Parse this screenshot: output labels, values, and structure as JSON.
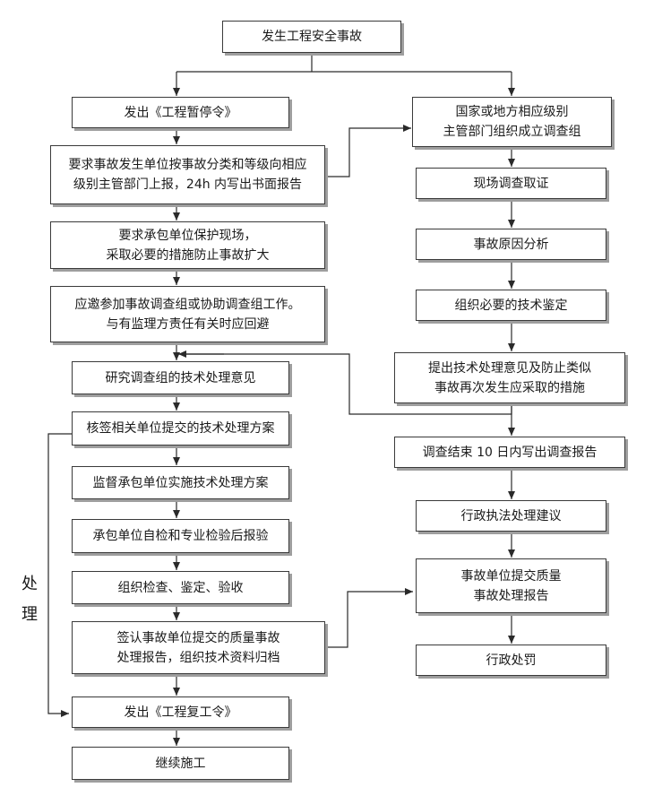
{
  "flowchart": {
    "start": "发生工程安全事故",
    "left": {
      "suspend_order": "发出《工程暂停令》",
      "report_line1": "要求事故发生单位按事故分类和等级向相应",
      "report_line2": "级别主管部门上报，24h 内写出书面报告",
      "protect_line1": "要求承包单位保护现场，",
      "protect_line2": "采取必要的措施防止事故扩大",
      "join_line1": "应邀参加事故调查组或协助调查组工作。",
      "join_line2": "与有监理方责任有关时应回避",
      "study": "研究调查组的技术处理意见",
      "sign_plan": "核签相关单位提交的技术处理方案",
      "supervise": "监督承包单位实施技术处理方案",
      "self_check": "承包单位自检和专业检验后报验",
      "inspect": "组织检查、鉴定、验收",
      "confirm_line1": "签认事故单位提交的质量事故",
      "confirm_line2": "处理报告，组织技术资料归档",
      "resume_order": "发出《工程复工令》",
      "continue": "继续施工"
    },
    "right": {
      "committee_line1": "国家或地方相应级别",
      "committee_line2": "主管部门组织成立调查组",
      "evidence": "现场调查取证",
      "cause": "事故原因分析",
      "appraisal": "组织必要的技术鉴定",
      "measures_line1": "提出技术处理意见及防止类似",
      "measures_line2": "事故再次发生应采取的措施",
      "report10": "调查结束 10 日内写出调查报告",
      "admin_advice": "行政执法处理建议",
      "quality_line1": "事故单位提交质量",
      "quality_line2": "事故处理报告",
      "penalty": "行政处罚"
    },
    "side_label": [
      "处",
      "理"
    ]
  },
  "colors": {
    "line": "#2a2a2a",
    "border": "#3a3a3a",
    "shadow": "#9e9e9e"
  }
}
